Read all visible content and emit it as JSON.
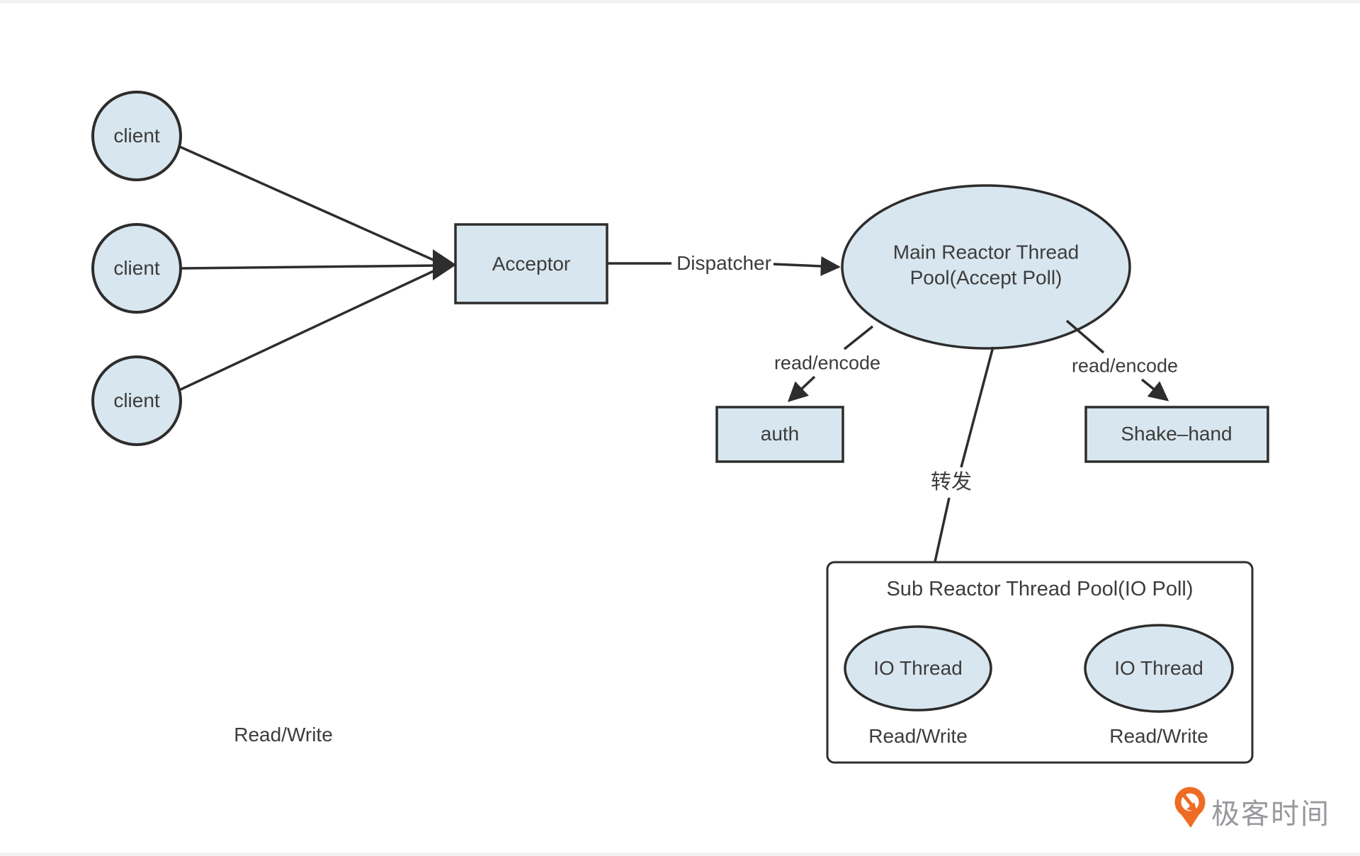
{
  "colors": {
    "node_fill": "#d8e6ef",
    "node_stroke": "#2d2d2d",
    "line": "#2d2d2d",
    "text": "#3c3c3c",
    "box_bg": "#ffffff",
    "logo_orange": "#ee6c23",
    "logo_text": "#97999c",
    "background": "#ffffff"
  },
  "diagram": {
    "clients": [
      {
        "label": "client"
      },
      {
        "label": "client"
      },
      {
        "label": "client"
      }
    ],
    "acceptor": {
      "label": "Acceptor"
    },
    "dispatcher_label": "Dispatcher",
    "main_reactor": {
      "label": "Main Reactor Thread Pool(Accept Poll)"
    },
    "read_encode_left": "read/encode",
    "read_encode_right": "read/encode",
    "auth": {
      "label": "auth"
    },
    "shake_hand": {
      "label": "Shake–hand"
    },
    "forward_label": "转发",
    "sub_reactor": {
      "title": "Sub Reactor Thread Pool(IO Poll)",
      "io_threads": [
        {
          "label": "IO Thread",
          "caption": "Read/Write"
        },
        {
          "label": "IO Thread",
          "caption": "Read/Write"
        }
      ]
    },
    "read_write_standalone": "Read/Write"
  },
  "logo": {
    "text": "极客时间"
  }
}
